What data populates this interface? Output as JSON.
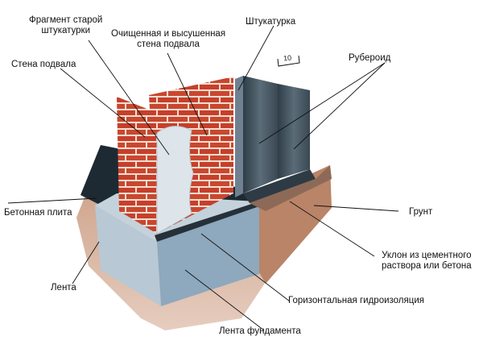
{
  "labels": {
    "old_plaster": "Фрагмент старой\nштукатурки",
    "cleaned_wall": "Очищенная и высушенная\nстена подвала",
    "basement_wall": "Стена подвала",
    "plaster": "Штукатурка",
    "roofing_felt": "Рубероид",
    "concrete_slab": "Бетонная плита",
    "soil": "Грунт",
    "slope": "Уклон из цементного\nраствора или бетона",
    "strip": "Лента",
    "horizontal_waterproofing": "Горизонтальная гидроизоляция",
    "foundation_strip": "Лента фундамента"
  },
  "scale_mark": "10",
  "colors": {
    "brick": "#c9472f",
    "mortar": "#f1ddd0",
    "concrete": "#9fb3c4",
    "felt": "#4a5c68",
    "soil": "#b9876b",
    "slab": "#1e2a33"
  }
}
